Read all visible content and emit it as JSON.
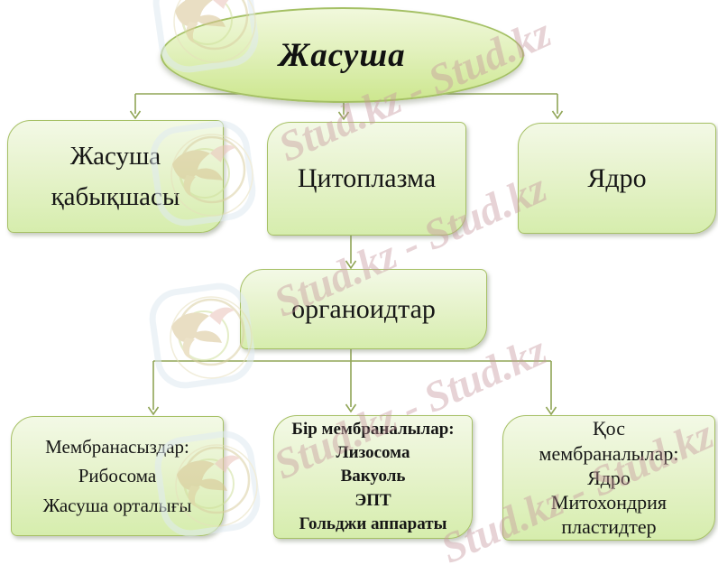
{
  "root": {
    "label": "Жасуша"
  },
  "nodes": {
    "membrane": {
      "lines": [
        "Жасуша",
        "қабықшасы"
      ]
    },
    "cytoplasm": {
      "label": "Цитоплазма"
    },
    "nucleus": {
      "label": "Ядро"
    },
    "organoids": {
      "label": "органоидтар"
    },
    "non_membrane": {
      "lines": [
        "Мембранасыздар:",
        "Рибосома",
        "Жасуша орталығы"
      ]
    },
    "single_membrane": {
      "lines": [
        "Бір мембраналылар:",
        "Лизосома",
        "Вакуоль",
        "ЭПТ",
        "Гольджи аппараты"
      ]
    },
    "double_membrane": {
      "lines": [
        "Қос",
        "мембраналылар:",
        "Ядро",
        "Митохондрия",
        "пластидтер"
      ]
    }
  },
  "watermark": {
    "text": "Stud.kz - Stud.kz",
    "logo": "stud-kz-bird-logo"
  },
  "colors": {
    "node_fill_top": "#f3f9e6",
    "node_fill_bottom": "#d6edad",
    "node_border": "#a6c065",
    "ellipse_fill_bottom": "#cde78f",
    "connector": "#90a556",
    "text": "#161616",
    "watermark_text": "#c7969d",
    "background": "#ffffff"
  }
}
